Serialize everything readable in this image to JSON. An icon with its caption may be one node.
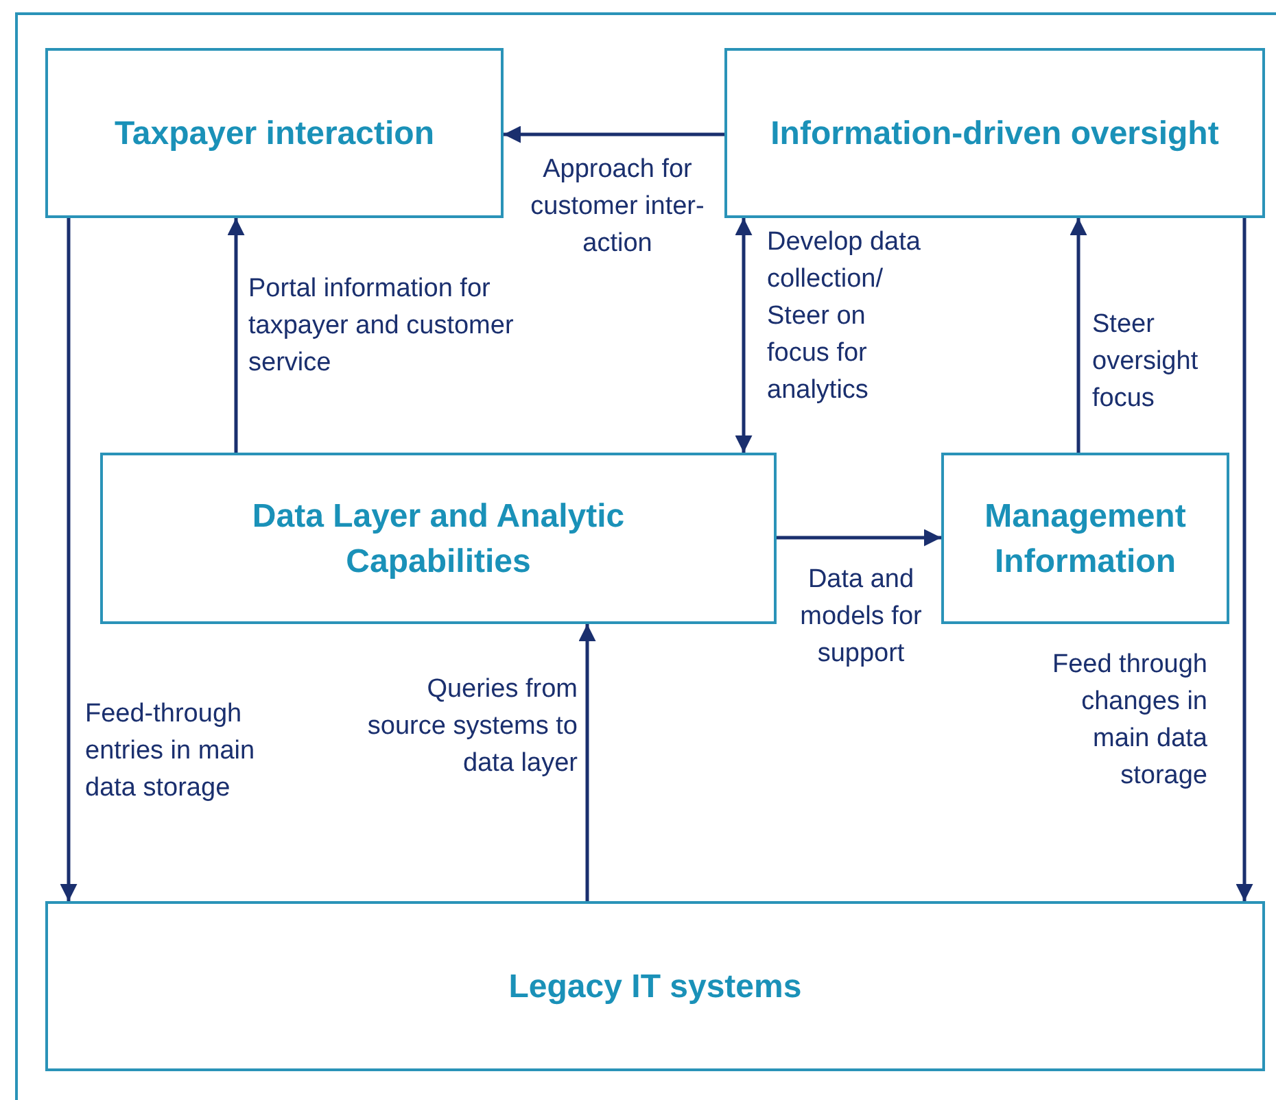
{
  "diagram": {
    "nodes": [
      {
        "text": [
          "Taxpayer interaction"
        ]
      },
      {
        "text": [
          "Information-driven oversight"
        ]
      },
      {
        "text": [
          "Data Layer and Analytic Capabilities"
        ]
      },
      {
        "text": [
          "Management Information"
        ]
      },
      {
        "text": [
          "Legacy IT systems"
        ]
      }
    ],
    "edges": [
      {
        "from": 1,
        "to": 0,
        "arrow": "to",
        "label": "Approach for customer inter- action"
      },
      {
        "from": 2,
        "to": 0,
        "arrow": "to",
        "label": "Portal information for taxpayer and customer service"
      },
      {
        "from": 1,
        "to": 2,
        "arrow": "both",
        "label": "Develop data collection/ Steer on focus for analytics"
      },
      {
        "from": 2,
        "to": 3,
        "arrow": "to",
        "label": "Data and models for support"
      },
      {
        "from": 3,
        "to": 1,
        "arrow": "to",
        "label": "Steer oversight focus"
      },
      {
        "from": 0,
        "to": 4,
        "arrow": "to",
        "label": "Feed-through entries in main data storage"
      },
      {
        "from": 4,
        "to": 2,
        "arrow": "to",
        "label": "Queries from source systems to data layer"
      },
      {
        "from": 1,
        "to": 4,
        "arrow": "to",
        "label": "Feed through changes in main data storage"
      }
    ]
  }
}
